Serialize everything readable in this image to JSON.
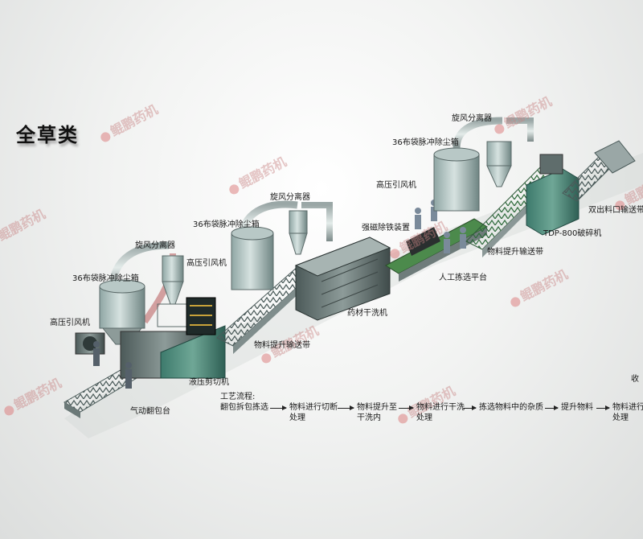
{
  "title": "全草类",
  "watermark": "鲲鹏药机",
  "labels": {
    "cyclone_1": "旋风分离器",
    "dust_box_1": "36布袋脉冲除尘箱",
    "fan_1": "高压引风机",
    "fan_2": "高压引风机",
    "cyclone_2": "旋风分离器",
    "dust_box_2": "36布袋脉冲除尘箱",
    "cyclone_3": "旋风分离器",
    "dust_box_3": "36布袋脉冲除尘箱",
    "fan_3": "高压引风机",
    "magnet": "强磁除铁装置",
    "conveyor_1": "物料提升输送带",
    "conveyor_2": "物料提升输送带",
    "dryer": "药材干洗机",
    "platform": "人工拣选平台",
    "crusher": "TDP-800破碎机",
    "discharge": "双出料口输送带",
    "cutter": "液压剪切机",
    "flip_table": "气动翻包台",
    "cut_off": "收"
  },
  "flow": {
    "heading": "工艺流程:",
    "steps": [
      {
        "line1": "翻包拆包拣选",
        "line2": ""
      },
      {
        "line1": "物料进行切断",
        "line2": "处理"
      },
      {
        "line1": "物料提升至",
        "line2": "干洗内"
      },
      {
        "line1": "物料进行干洗",
        "line2": "处理"
      },
      {
        "line1": "拣选物料中的杂质",
        "line2": ""
      },
      {
        "line1": "提升物料",
        "line2": ""
      },
      {
        "line1": "物料进行",
        "line2": "处理"
      }
    ]
  }
}
